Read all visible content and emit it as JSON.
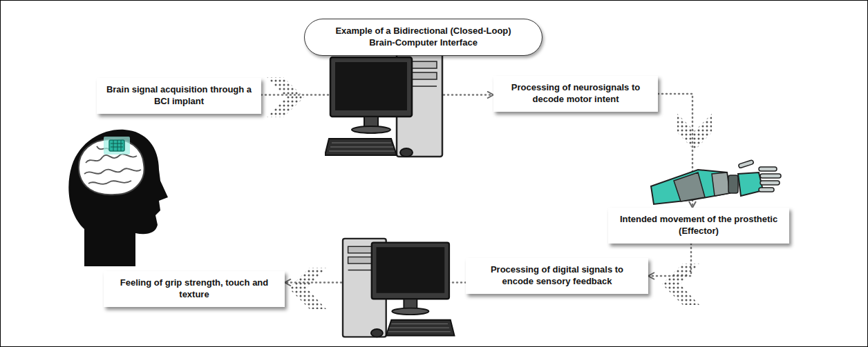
{
  "diagram": {
    "title": "Example of a Bidirectional (Closed-Loop) Brain-Computer Interface",
    "nodes": [
      {
        "text": [
          "Brain signal acquisition through a BCI implant"
        ]
      },
      {
        "text": [
          "Processing of neurosignals to decode motor intent"
        ]
      },
      {
        "text": [
          "Intended movement of the prosthetic (Effector)"
        ]
      },
      {
        "text": [
          "Processing of digital signals to encode sensory feedback"
        ]
      },
      {
        "text": [
          "Feeling of grip strength, touch and texture"
        ]
      }
    ],
    "edges": [
      {
        "from": 0,
        "to": 1,
        "arrow": "to"
      },
      {
        "from": 1,
        "to": 2,
        "arrow": "to"
      },
      {
        "from": 2,
        "to": 3,
        "arrow": "to"
      },
      {
        "from": 3,
        "to": 4,
        "arrow": "to"
      }
    ]
  }
}
